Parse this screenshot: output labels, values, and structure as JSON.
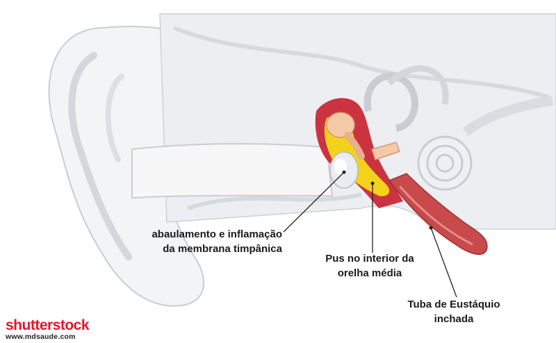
{
  "diagram": {
    "labels": {
      "eardrum": [
        "abaulamento e inflamação",
        "da membrana timpânica"
      ],
      "pus": [
        "Pus no interior da",
        "orelha média"
      ],
      "eustachian": [
        "Tuba de Eustáquio",
        "inchada"
      ]
    }
  },
  "watermark": {
    "logo": "shutterstock",
    "url": "www.mdsaude.com"
  },
  "colors": {
    "tissue": "#f1f2f4",
    "outline": "#c9ccd1",
    "bone": "#e4e6ea",
    "pus": "#f2d21b",
    "inflamed": "#c81e2e",
    "tube": "#c84a4a",
    "ossicle": "#f4c9a8",
    "brand": "#e3152c"
  }
}
